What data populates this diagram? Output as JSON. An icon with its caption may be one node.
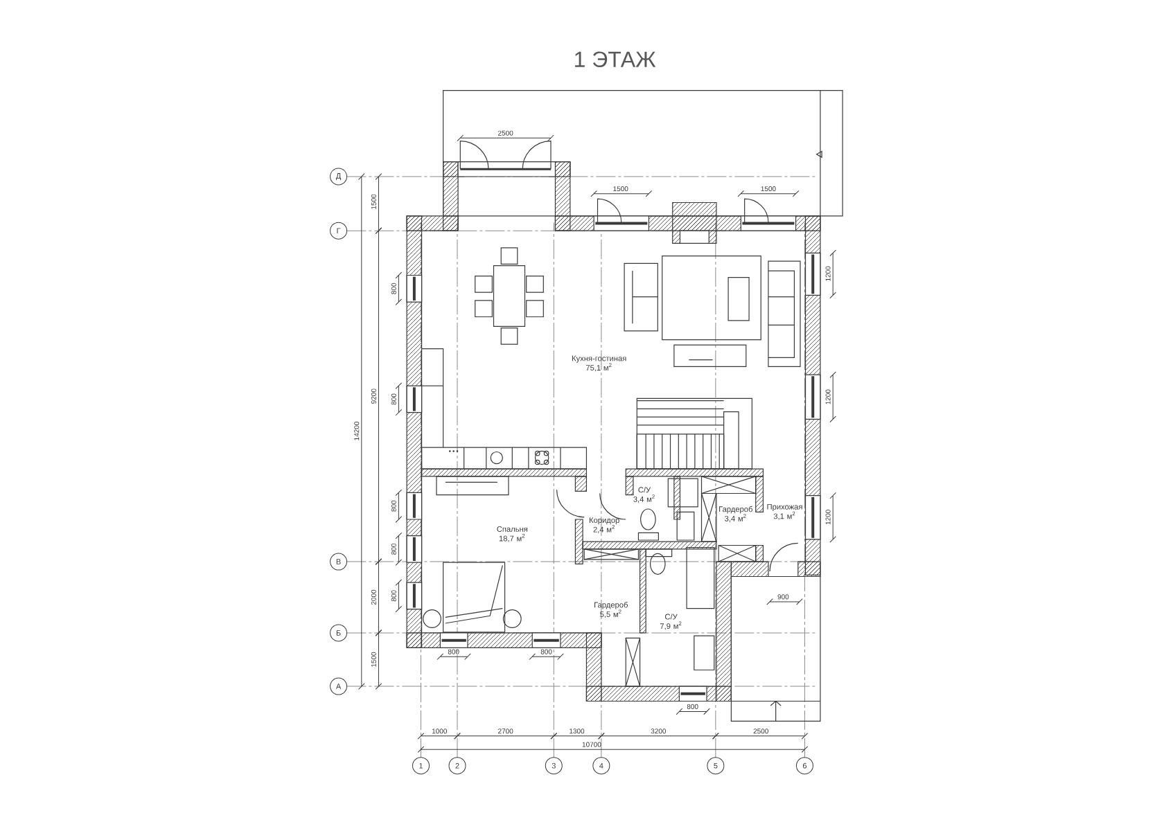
{
  "diagram": {
    "title": "1 ЭТАЖ",
    "nodes": [
      {
        "text": [
          "Д"
        ]
      },
      {
        "text": [
          "Г"
        ]
      },
      {
        "text": [
          "В"
        ]
      },
      {
        "text": [
          "Б"
        ]
      },
      {
        "text": [
          "А"
        ]
      },
      {
        "text": [
          "1"
        ]
      },
      {
        "text": [
          "2"
        ]
      },
      {
        "text": [
          "3"
        ]
      },
      {
        "text": [
          "4"
        ]
      },
      {
        "text": [
          "5"
        ]
      },
      {
        "text": [
          "6"
        ]
      }
    ],
    "edges": [],
    "labels": [
      "2500",
      "1500",
      "1500",
      "1500",
      "9200",
      "14200",
      "1200",
      "800",
      "Кухня-гостиная 75,1 м$^{2}$",
      "800",
      "1200",
      "С/У 3,4 м$^{2}$",
      "800",
      "Гардероб 3,4 м$^{2}$",
      "Прихожая 3,1 м$^{2}$",
      "1200",
      "Спальня 18,7 м$^{2}$",
      "Коридор 2,4 м$^{2}$",
      "800",
      "2000",
      "800",
      "900",
      "Гардероб 5,5 м$^{2}$",
      "С/У 7,9 м$^{2}$",
      "800",
      "800",
      "1500",
      "800",
      "1000",
      "2700",
      "1300",
      "3200",
      "2500",
      "10700"
    ]
  }
}
